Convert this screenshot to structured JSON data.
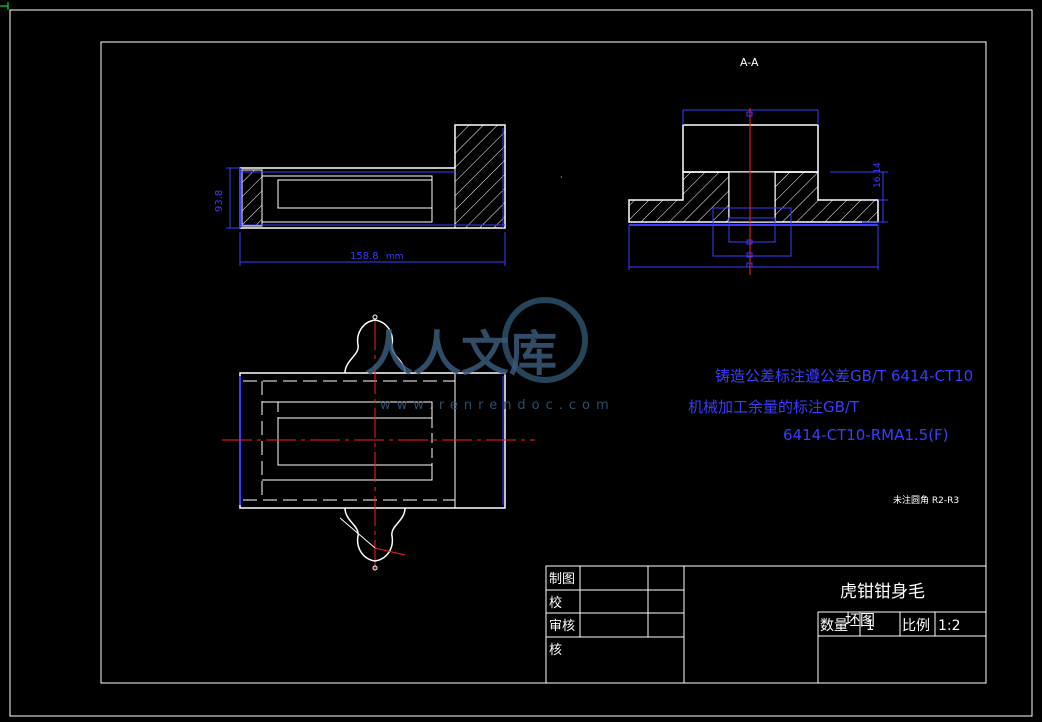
{
  "drawing": {
    "section_label": "A-A",
    "dim_height": "93.8",
    "dim_length": "158.8",
    "dim_length_suffix": "mm",
    "dim_small": "16.14",
    "watermark_text": "人人文库",
    "watermark_url": "www.renrendoc.com"
  },
  "notes": {
    "line1": "铸造公差标注遵公差GB/T 6414-CT10",
    "line2": "机械加工余量的标注GB/T",
    "line3": "6414-CT10-RMA1.5(F)",
    "roughness_note": "未注圆角 R2-R3"
  },
  "title_block": {
    "part_name": "虎钳钳身毛",
    "part_name2": "坯图",
    "row_labels": [
      "制图",
      "校",
      "审核",
      "核"
    ],
    "qty_label": "数量",
    "qty_value": "1",
    "scale_label": "比例",
    "scale_value": "1:2"
  },
  "colors": {
    "background": "#000000",
    "lines": "#ffffff",
    "dimensions": "#3b3bff",
    "centerlines": "#ff2020"
  }
}
